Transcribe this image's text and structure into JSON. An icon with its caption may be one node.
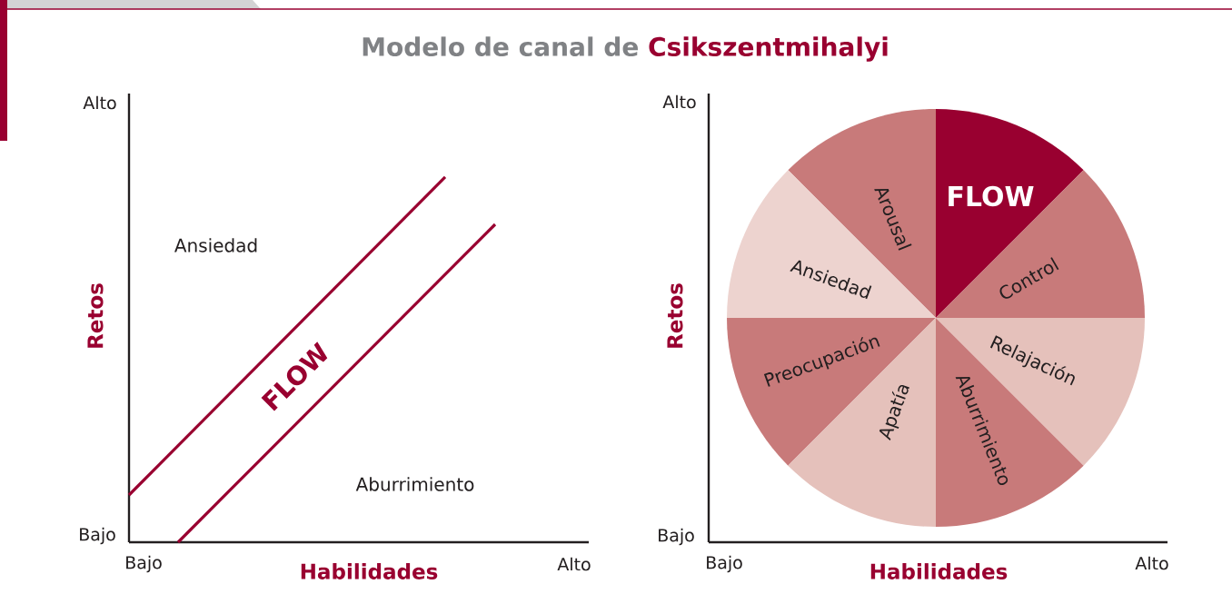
{
  "diagram": {
    "title": "Modelo de canal de **Csikszentmihalyi**",
    "nodes": [
      {
        "text": [
          "Arousal"
        ]
      },
      {
        "text": [
          "FLOW"
        ]
      },
      {
        "text": [
          "Ansiedad"
        ]
      },
      {
        "text": [
          "Control"
        ]
      },
      {
        "text": [
          "Preocupación"
        ]
      },
      {
        "text": [
          "Relajación"
        ]
      },
      {
        "text": [
          "Apatía"
        ]
      },
      {
        "text": [
          "Aburrimiento"
        ]
      }
    ],
    "labels": [
      "Alto",
      "Ansiedad",
      "Retos",
      "FLOW",
      "Aburrimiento",
      "Bajo",
      "Bajo",
      "Habilidades",
      "Alto",
      "Alto",
      "Retos",
      "Bajo",
      "Bajo",
      "Habilidades",
      "Alto"
    ]
  }
}
